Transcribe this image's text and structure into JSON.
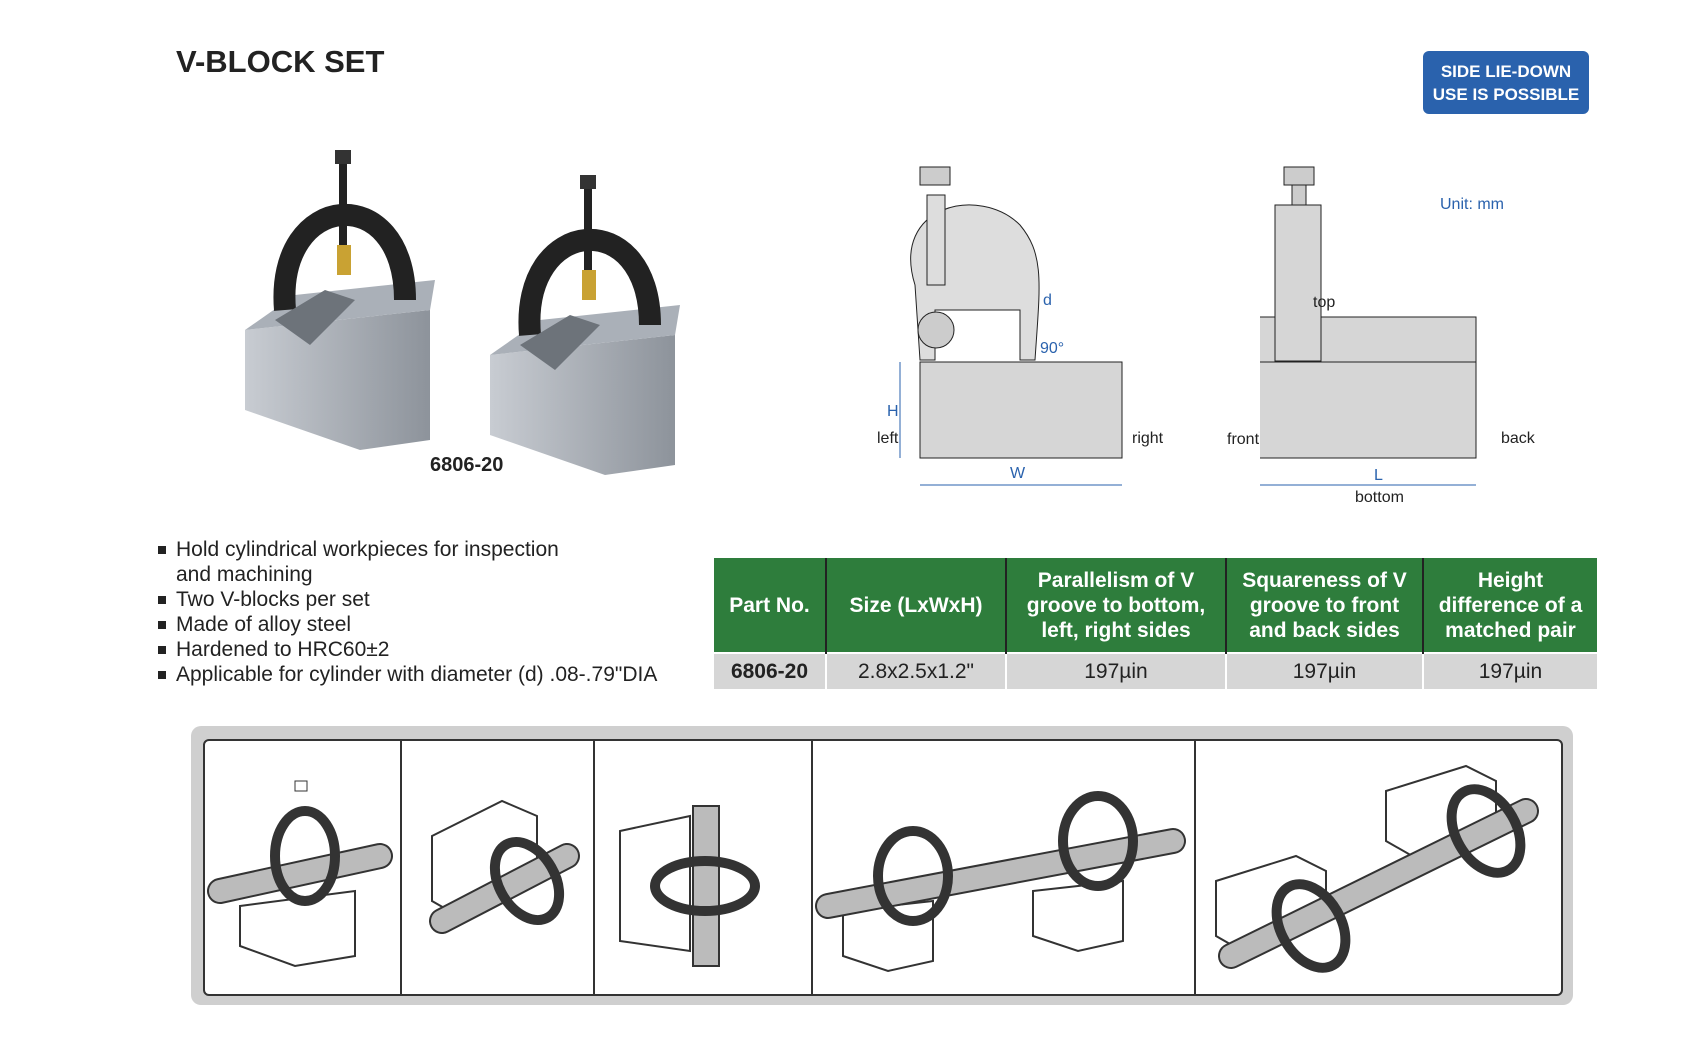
{
  "title": "V-BLOCK SET",
  "badge": {
    "line1": "SIDE LIE-DOWN",
    "line2": "USE IS POSSIBLE",
    "color": "#2a62ad"
  },
  "photo_label": "6806-20",
  "unit": "Unit: mm",
  "front_view": {
    "left": "left",
    "right": "right",
    "W": "W",
    "H": "H",
    "d": "d",
    "angle": "90°"
  },
  "side_view": {
    "top": "top",
    "front": "front",
    "back": "back",
    "L": "L",
    "bottom": "bottom"
  },
  "features": [
    "Hold cylindrical workpieces for inspection",
    "and machining",
    "Two V-blocks per set",
    "Made of alloy steel",
    "Hardened to HRC60±2",
    "Applicable for cylinder with diameter (d) .08-.79\"DIA"
  ],
  "table": {
    "headers": [
      "Part No.",
      "Size (LxWxH)",
      "Parallelism of V groove to bottom, left, right sides",
      "Squareness of V groove to front and back sides",
      "Height difference of a matched pair"
    ],
    "rows": [
      [
        "6806-20",
        "2.8x2.5x1.2\"",
        "197µin",
        "197µin",
        "197µin"
      ]
    ],
    "header_color": "#2e7d3c"
  }
}
